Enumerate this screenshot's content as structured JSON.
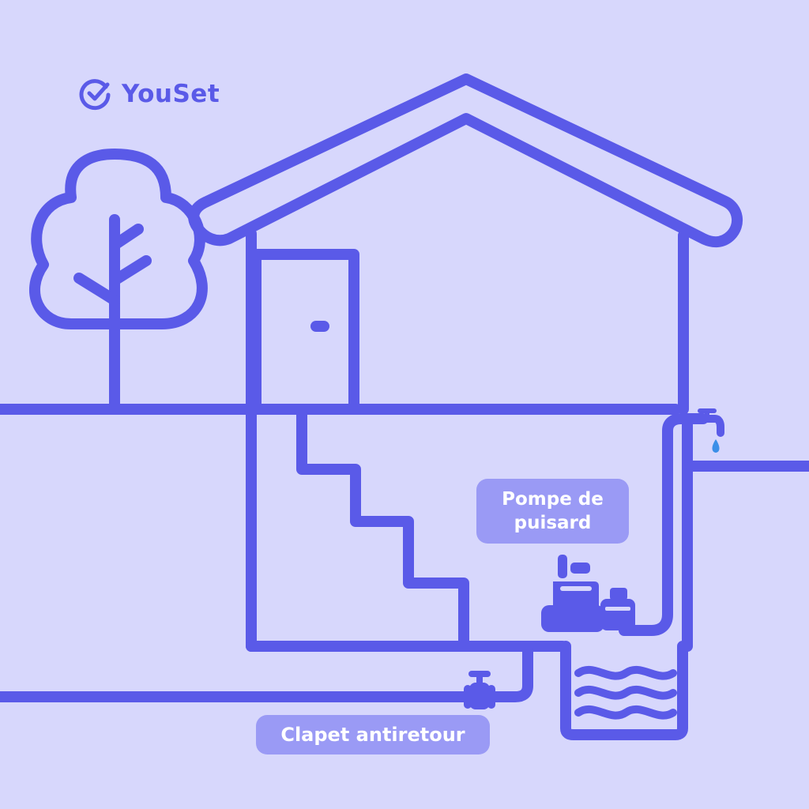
{
  "brand": {
    "name": "YouSet",
    "icon": "check-circle-icon",
    "color": "#5a5ae8"
  },
  "labels": {
    "sump_pump_line1": "Pompe de",
    "sump_pump_line2": "puisard",
    "check_valve": "Clapet antiretour"
  },
  "colors": {
    "background": "#d7d7fc",
    "stroke": "#5a5ae8",
    "label_bg": "#9a9af5",
    "label_text": "#ffffff",
    "water_drop": "#3b8fe8"
  }
}
